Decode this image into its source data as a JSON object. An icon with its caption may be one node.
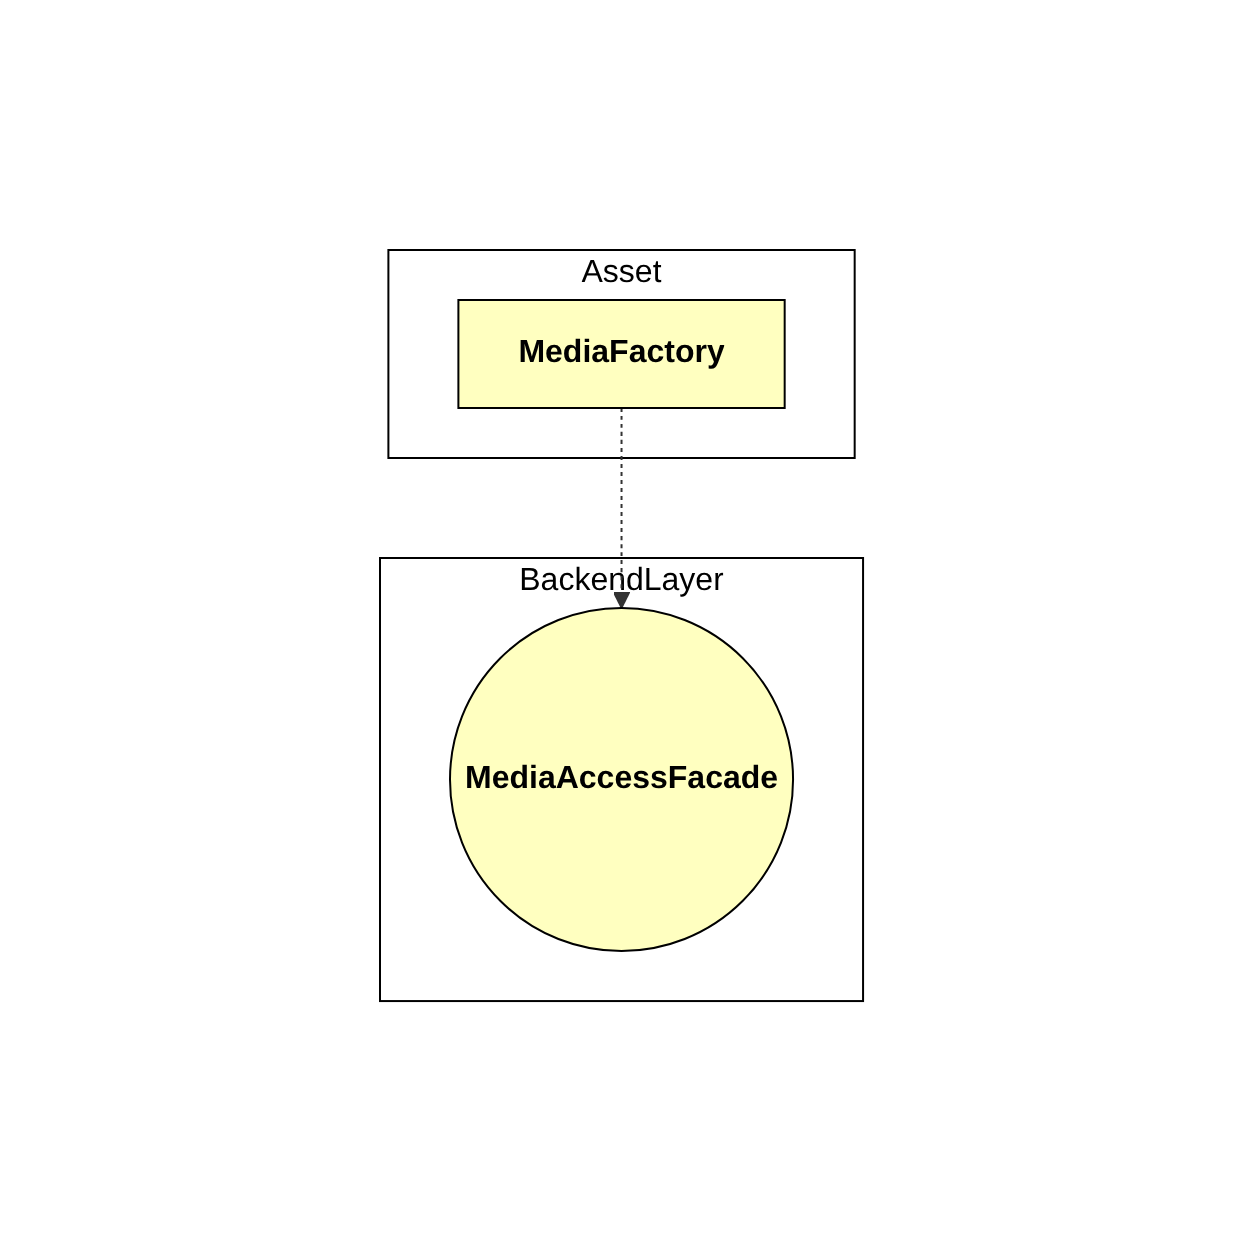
{
  "diagram": {
    "nodes": [
      {
        "text": [
          "Asset"
        ]
      },
      {
        "text": [
          "MediaFactory"
        ],
        "in": 0
      },
      {
        "text": [
          "BackendLayer"
        ]
      },
      {
        "text": [
          "MediaAccessFacade"
        ],
        "in": 2
      }
    ],
    "edges": [
      {
        "from": 1,
        "to": 3,
        "arrow": "to",
        "style": "dashed"
      }
    ]
  }
}
